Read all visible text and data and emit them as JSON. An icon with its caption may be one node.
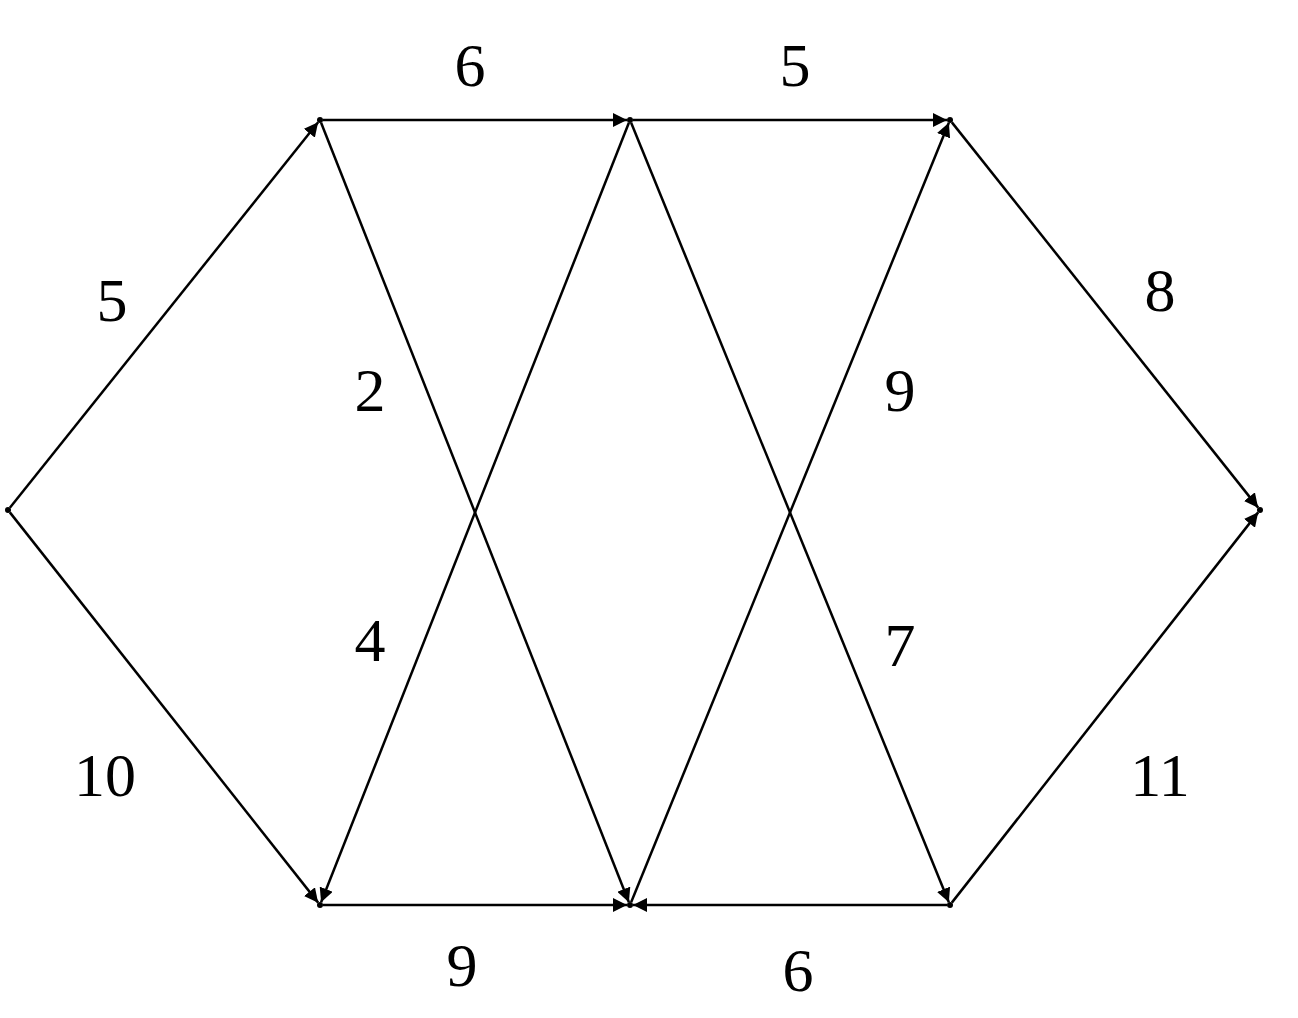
{
  "diagram": {
    "nodes": [
      {
        "text": [],
        "shape": "point"
      },
      {
        "text": [],
        "shape": "point"
      },
      {
        "text": [],
        "shape": "point"
      },
      {
        "text": [],
        "shape": "point"
      },
      {
        "text": [],
        "shape": "point"
      },
      {
        "text": [],
        "shape": "point"
      },
      {
        "text": [],
        "shape": "point"
      },
      {
        "text": [],
        "shape": "point"
      }
    ],
    "edges": [
      {
        "from": 0,
        "to": 1,
        "arrow": "to",
        "label": "5"
      },
      {
        "from": 0,
        "to": 2,
        "arrow": "to",
        "label": "10"
      },
      {
        "from": 1,
        "to": 3,
        "arrow": "to",
        "label": "6"
      },
      {
        "from": 1,
        "to": 4,
        "arrow": "to",
        "label": "2"
      },
      {
        "from": 2,
        "to": 4,
        "arrow": "to",
        "label": "9"
      },
      {
        "from": 3,
        "to": 5,
        "arrow": "to",
        "label": "5"
      },
      {
        "from": 3,
        "to": 2,
        "arrow": "to",
        "label": "4"
      },
      {
        "from": 4,
        "to": 5,
        "arrow": "to",
        "label": "9"
      },
      {
        "from": 3,
        "to": 6,
        "arrow": "to",
        "label": "7"
      },
      {
        "from": 6,
        "to": 4,
        "arrow": "to",
        "label": "6"
      },
      {
        "from": 5,
        "to": 7,
        "arrow": "to",
        "label": "8"
      },
      {
        "from": 6,
        "to": 7,
        "arrow": "to",
        "label": "11"
      }
    ]
  }
}
